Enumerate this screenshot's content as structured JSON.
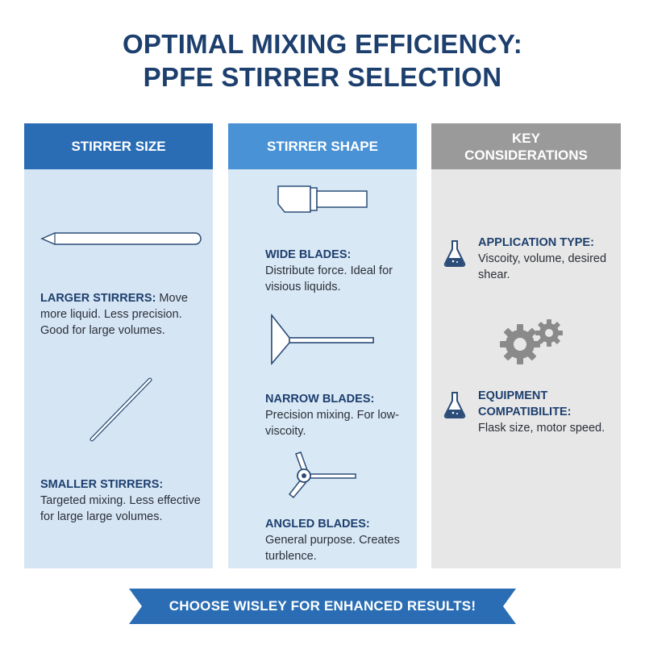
{
  "title": {
    "line1": "OPTIMAL MIXING EFFICIENCY:",
    "line2": "PPFE STIRRER SELECTION"
  },
  "columns": {
    "size": {
      "header": "STIRRER SIZE",
      "items": [
        {
          "label": "LARGER STIRRERS:",
          "text": " Move more liquid. Less precision. Good for large volumes."
        },
        {
          "label": "SMALLER STIRRERS:",
          "text": "Targeted mixing. Less effective for large large volumes."
        }
      ]
    },
    "shape": {
      "header": "STIRRER SHAPE",
      "items": [
        {
          "label": "WIDE BLADES:",
          "text": "Distribute force. Ideal for visious liquids."
        },
        {
          "label": "NARROW BLADES:",
          "text": "Precision mixing. For low-viscoity."
        },
        {
          "label": "ANGLED BLADES:",
          "text": "General purpose. Creates turblence."
        }
      ]
    },
    "key": {
      "header": "KEY\nCONSIDERATIONS",
      "items": [
        {
          "label": "APPLICATION TYPE:",
          "text": "Viscoity, volume, desired shear.",
          "icon": "flask-icon"
        },
        {
          "label": "EQUIPMENT COMPATIBILITE:",
          "text": "Flask size, motor speed.",
          "icon": "flask-icon"
        }
      ],
      "center_icon": "gears-icon"
    }
  },
  "banner": {
    "text": "CHOOSE WISLEY FOR ENHANCED RESULTS!"
  },
  "colors": {
    "title": "#1d3f6e",
    "size_header": "#2a6db4",
    "shape_header": "#4a92d6",
    "key_header": "#9a9a9a",
    "banner": "#2a6db4"
  }
}
